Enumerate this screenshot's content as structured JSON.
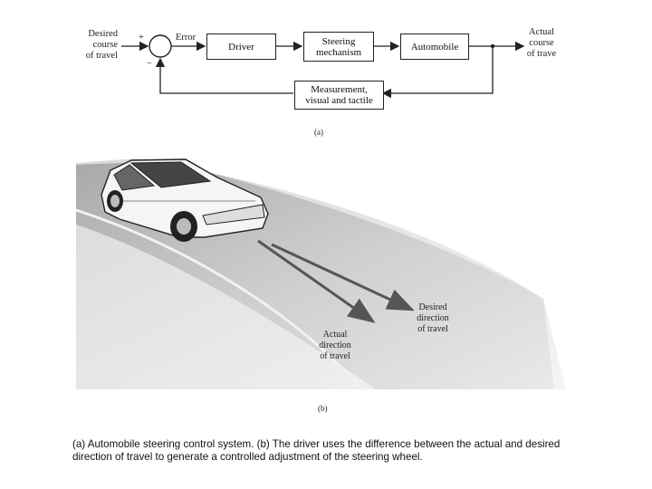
{
  "diagram_a": {
    "input_label": "Desired\ncourse\nof travel",
    "plus_sign": "+",
    "minus_sign": "−",
    "error_label": "Error",
    "driver_block": "Driver",
    "steering_block": "Steering\nmechanism",
    "automobile_block": "Automobile",
    "output_label": "Actual\ncourse\nof trave",
    "feedback_block": "Measurement,\nvisual and tactile",
    "part_label": "(a)"
  },
  "illustration_b": {
    "desired_label": "Desired\ndirection\nof travel",
    "actual_label": "Actual\ndirection\nof travel",
    "part_label": "(b)"
  },
  "caption": "(a) Automobile steering control system. (b) The driver uses the difference between the actual and desired direction of travel to generate a controlled adjustment of the steering wheel."
}
